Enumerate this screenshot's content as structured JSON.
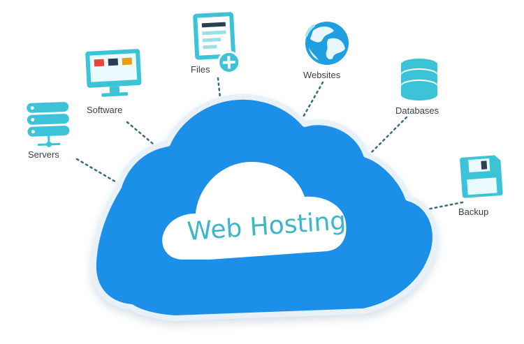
{
  "title": "Web Hosting",
  "services": [
    {
      "label": "Servers",
      "icon": "servers-icon"
    },
    {
      "label": "Software",
      "icon": "monitor-icon"
    },
    {
      "label": "Files",
      "icon": "add-file-icon"
    },
    {
      "label": "Websites",
      "icon": "globe-icon"
    },
    {
      "label": "Databases",
      "icon": "database-icon"
    },
    {
      "label": "Backup",
      "icon": "floppy-disk-icon"
    }
  ],
  "colors": {
    "cloud": "#1e8fe8",
    "cloud_inner": "#ffffff",
    "title": "#3bb7c9",
    "icon_teal": "#3cc3d7",
    "connector": "#2e6f78"
  }
}
